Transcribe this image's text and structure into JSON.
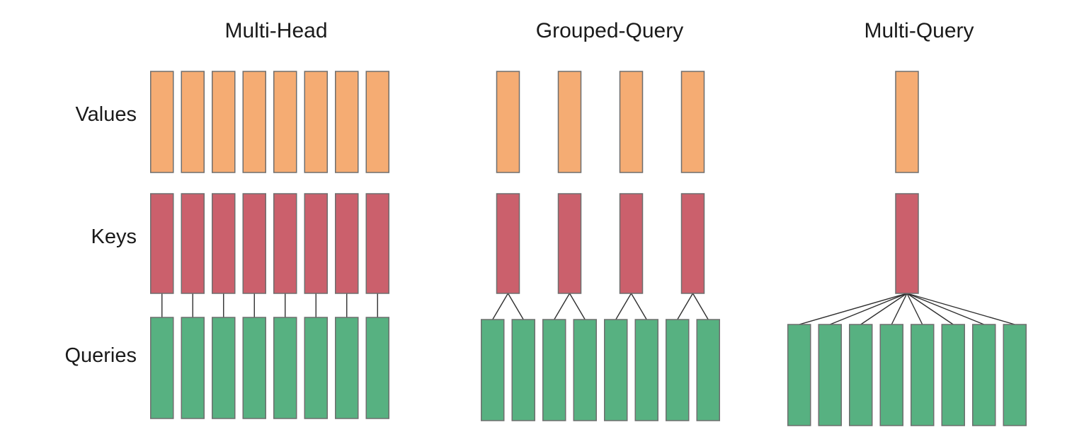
{
  "diagram": {
    "background": "#ffffff",
    "row_labels": [
      "Values",
      "Keys",
      "Queries"
    ],
    "colors": {
      "values_fill": "#f5ac73",
      "keys_fill": "#cb606c",
      "queries_fill": "#57b181",
      "bar_outline": "#6e6e6e",
      "connector": "#2f2f2f",
      "text": "#1a1a1a"
    },
    "panels": [
      {
        "id": "multi-head",
        "title": "Multi-Head",
        "values_count": 8,
        "keys_count": 8,
        "queries_count": 8,
        "queries_per_group": 1
      },
      {
        "id": "grouped-query",
        "title": "Grouped-Query",
        "values_count": 4,
        "keys_count": 4,
        "queries_count": 8,
        "queries_per_group": 2
      },
      {
        "id": "multi-query",
        "title": "Multi-Query",
        "values_count": 1,
        "keys_count": 1,
        "queries_count": 8,
        "queries_per_group": 8
      }
    ]
  }
}
